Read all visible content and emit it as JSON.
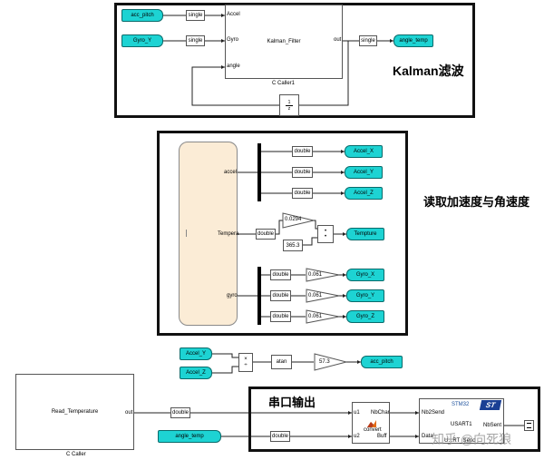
{
  "kalman": {
    "inputs": {
      "acc": "acc_pitch",
      "gyro": "Gyro_Y"
    },
    "convert1": "single",
    "convert2": "single",
    "block_ports": {
      "accel": "Accel",
      "gyro": "Gyro",
      "angle": "angle",
      "out": "out"
    },
    "block_name": "Kalman_Filter",
    "caption": "C Caller1",
    "convert_out": "single",
    "output": "angle_temp",
    "delay_top": "1",
    "delay_bottom": "z",
    "title": "Kalman滤波"
  },
  "sensor": {
    "title": "读取加速度与角速度",
    "labels": {
      "accel": "accel",
      "temp": "Tempera",
      "gyro": "gyro"
    },
    "double": "double",
    "accel_out": [
      "Accel_X",
      "Accel_Y",
      "Accel_Z"
    ],
    "temp_gain": "0.0294",
    "temp_const": "365.3",
    "temp_out": "Tempture",
    "gyro_gain": "0.061",
    "gyro_out": [
      "Gyro_X",
      "Gyro_Y",
      "Gyro_Z"
    ]
  },
  "pitch": {
    "in_y": "Accel_Y",
    "in_z": "Accel_Z",
    "atan": "atan",
    "gain": "57.3",
    "out": "acc_pitch"
  },
  "temp_caller": {
    "name": "Read_Temperature",
    "port_out": "out",
    "caption": "C Caller",
    "double": "double",
    "angle_in": "angle_temp"
  },
  "serial": {
    "title": "串口输出",
    "mux_ports": {
      "u1": "u1",
      "u2": "u2",
      "nbchar": "NbChar",
      "buff": "Buff"
    },
    "mux_name": "convert",
    "stm32": "STM32",
    "usart": "USART1",
    "nb2send": "Nb2Send",
    "data": "Data",
    "nbsent": "NbSent",
    "usart_caption": "U...RT_Send",
    "st_logo": "ST"
  },
  "watermark": "知乎 @向死狼"
}
